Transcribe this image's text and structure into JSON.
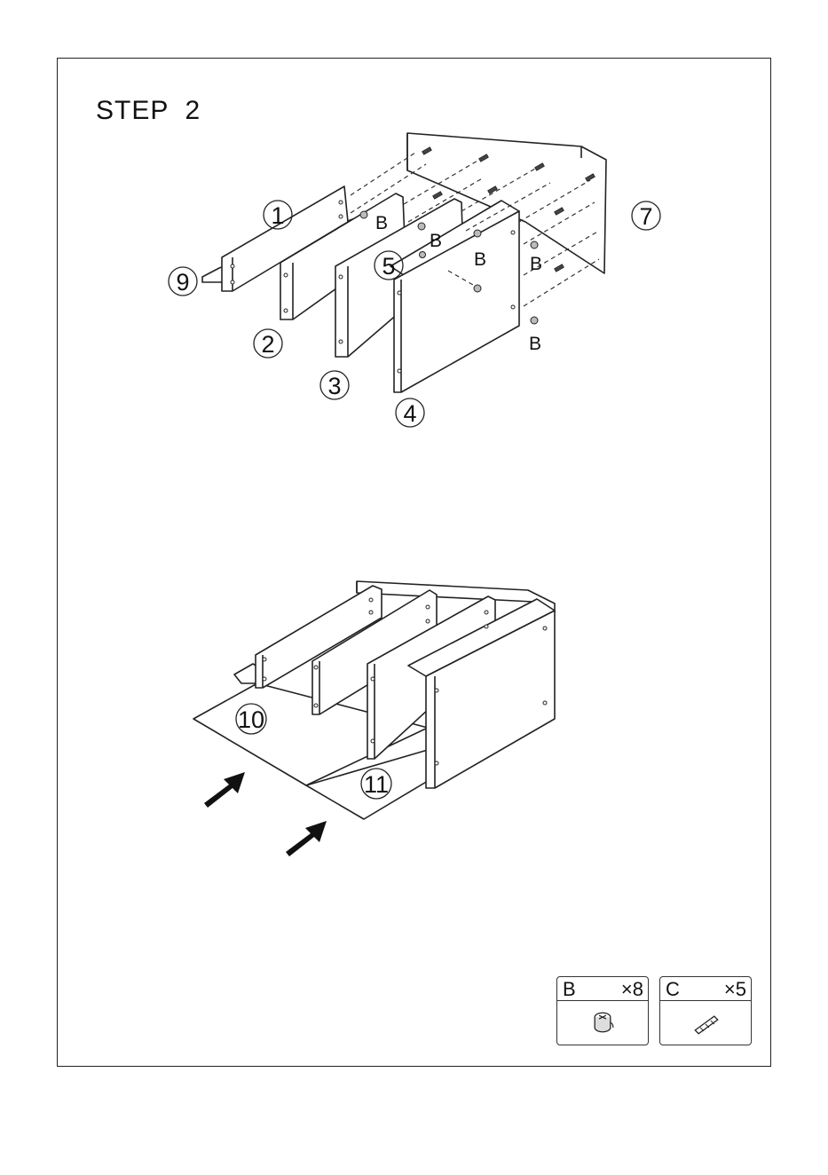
{
  "step": {
    "title": "STEP  2"
  },
  "upper_diagram": {
    "part_labels": {
      "p1": "1",
      "p2": "2",
      "p3": "3",
      "p4": "4",
      "p5": "5",
      "p7": "7",
      "p9": "9"
    },
    "fastener_label": "B"
  },
  "lower_diagram": {
    "part_labels": {
      "p10": "10",
      "p11": "11"
    }
  },
  "hardware": [
    {
      "code": "B",
      "qty": "×8",
      "icon": "cam-lock-icon"
    },
    {
      "code": "C",
      "qty": "×5",
      "icon": "wood-dowel-icon"
    }
  ]
}
